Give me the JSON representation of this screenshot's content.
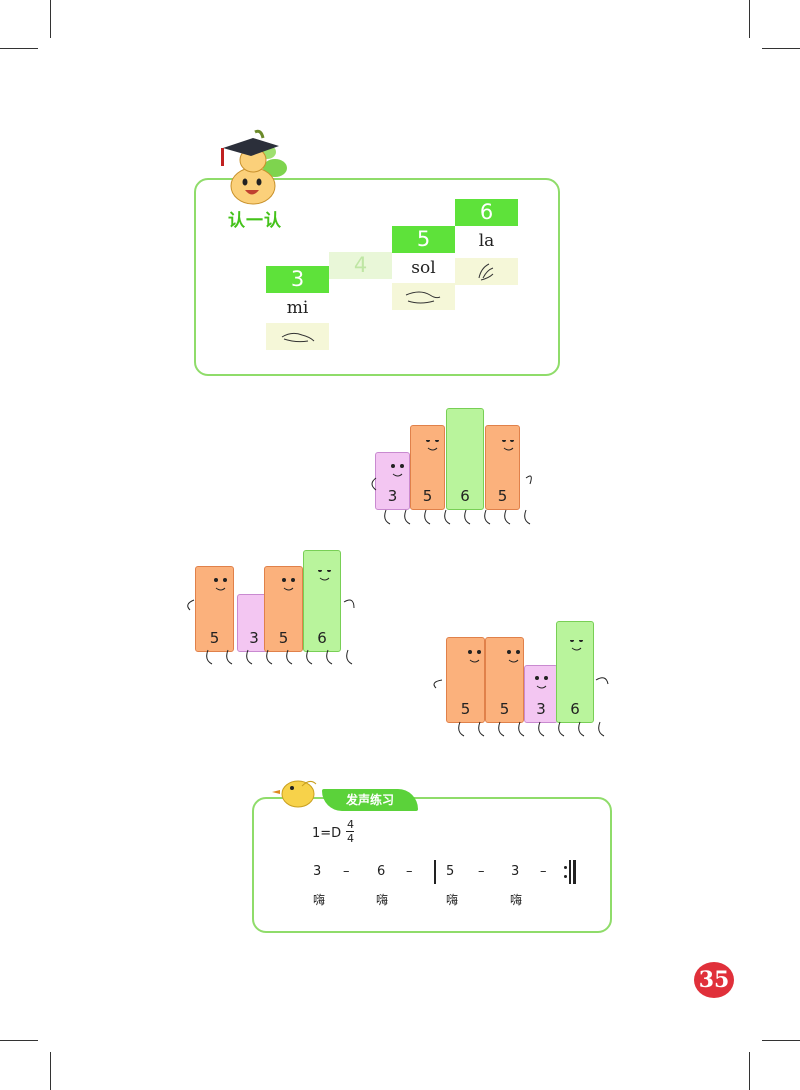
{
  "recognize": {
    "title": "认一认",
    "notes": [
      {
        "number": "3",
        "syllable": "mi"
      },
      {
        "number": "4",
        "syllable": ""
      },
      {
        "number": "5",
        "syllable": "sol"
      },
      {
        "number": "6",
        "syllable": "la"
      }
    ]
  },
  "groups": [
    {
      "numbers": [
        "3",
        "5",
        "6",
        "5"
      ],
      "colors": [
        "pink",
        "orange",
        "green",
        "orange"
      ]
    },
    {
      "numbers": [
        "5",
        "3",
        "5",
        "6"
      ],
      "colors": [
        "orange",
        "pink",
        "orange",
        "green"
      ]
    },
    {
      "numbers": [
        "5",
        "5",
        "3",
        "6"
      ],
      "colors": [
        "orange",
        "orange",
        "pink",
        "green"
      ]
    }
  ],
  "practice": {
    "title": "发声练习",
    "key": "1=D",
    "time_num": "4",
    "time_den": "4",
    "notes": [
      "3",
      "–",
      "6",
      "–",
      "5",
      "–",
      "3",
      "–"
    ],
    "lyrics": [
      "嗨",
      "嗨",
      "嗨",
      "嗨"
    ]
  },
  "page_number": "35",
  "colors": {
    "green": "#5ee23a",
    "orange": "#fbb17c",
    "pink": "#f3c6f2",
    "light_green": "#b9f49c",
    "badge": "#e0303a"
  }
}
